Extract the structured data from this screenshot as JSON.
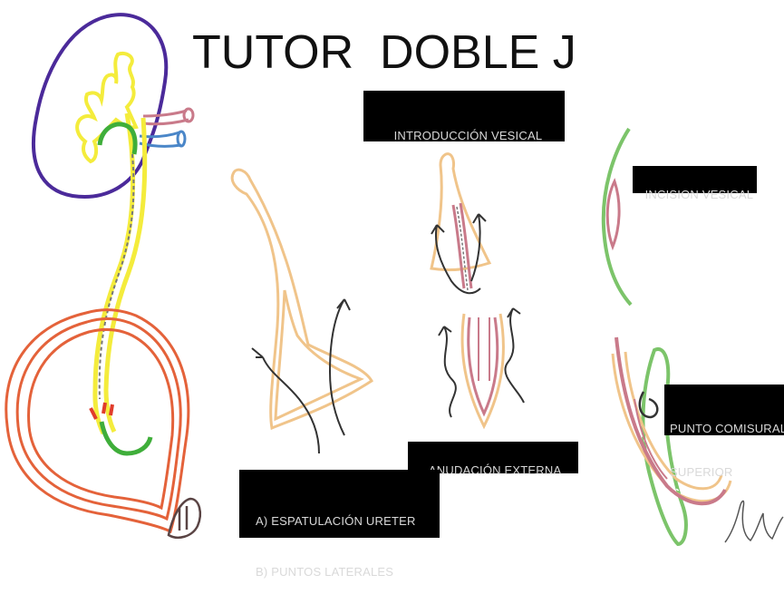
{
  "title": "TUTOR  DOBLE J",
  "labels": {
    "introduccion": "INTRODUCCIÓN VESICAL",
    "incision": "INCISION VESICAL",
    "comisura_line1": "PUNTO COMISURAL",
    "comisura_line2": "SUPERIOR",
    "anudacion": "ANUDACIÓN EXTERNA",
    "espatulacion_a": "A) ESPATULACIÓN URETER",
    "espatulacion_b": "B) PUNTOS LATERALES"
  },
  "colors": {
    "kidney_outline": "#4b2a9a",
    "renal_pelvis": "#f4ec3c",
    "ureter": "#f4ec3c",
    "stent": "#3fae3a",
    "renal_artery": "#c97a8a",
    "renal_vein": "#4a86c8",
    "bladder": "#e4623a",
    "ureter_flap": "#f0c48a",
    "suture": "#333333",
    "mucosa": "#c97a8a",
    "bladder_wall_green": "#7cc46a"
  }
}
